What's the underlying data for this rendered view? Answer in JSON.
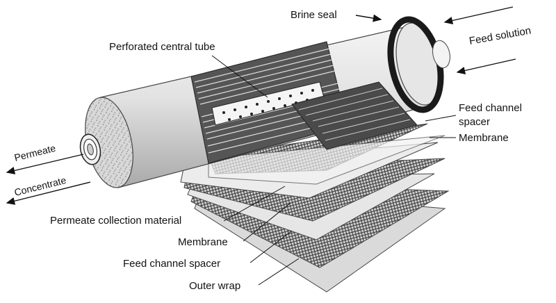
{
  "diagram": {
    "labels": {
      "brine_seal": "Brine seal",
      "feed_solution": "Feed solution",
      "perforated_tube": "Perforated central tube",
      "feed_channel_spacer_top_line1": "Feed channel",
      "feed_channel_spacer_top_line2": "spacer",
      "membrane_top": "Membrane",
      "permeate": "Permeate",
      "concentrate": "Concentrate",
      "permeate_collection": "Permeate collection material",
      "membrane_bottom": "Membrane",
      "feed_channel_spacer_bottom": "Feed channel spacer",
      "outer_wrap": "Outer wrap"
    },
    "icons": {
      "arrow": "arrow-icon"
    },
    "colors": {
      "ink": "#111111",
      "cylinder": "#dcdcdc",
      "seal": "#1a1a1a",
      "mesh": "#555555",
      "sheet": "#e8e8e8"
    }
  }
}
